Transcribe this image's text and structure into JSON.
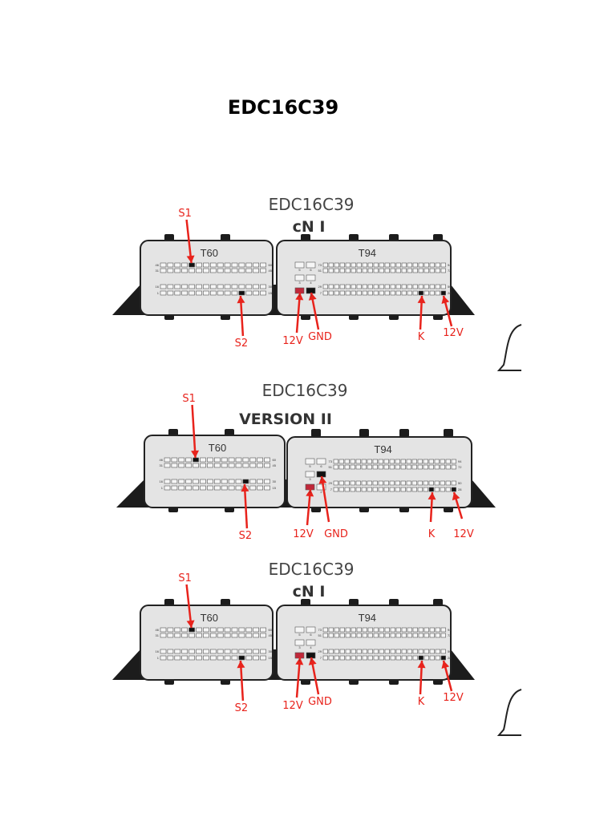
{
  "document": {
    "title": "EDC16C39"
  },
  "colors": {
    "annotation": "#e8231c",
    "connector_face": "#e4e4e4",
    "housing": "#1c1c1c",
    "marked_pin": "#111111",
    "power_pin": "#c0283a"
  },
  "diagrams": [
    {
      "title": "EDC16C39",
      "subtitle": "ᴄN I",
      "left_connector": {
        "label": "T60",
        "rows": [
          [
            "46",
            "60"
          ],
          [
            "31",
            "45"
          ],
          [
            "16",
            "30"
          ],
          [
            "1",
            "15"
          ]
        ]
      },
      "right_connector": {
        "label": "T94",
        "rows": [
          [
            "73",
            "94"
          ],
          [
            "51",
            "72"
          ],
          [
            "29",
            "50"
          ],
          [
            "7",
            "28"
          ]
        ],
        "small_pins": [
          "5",
          "6",
          "3",
          "4",
          "1",
          "2"
        ]
      },
      "annotations": [
        "S1",
        "S2",
        "12V",
        "GND",
        "K",
        "12V"
      ]
    },
    {
      "title": "EDC16C39",
      "subtitle": "VERSION II",
      "left_connector": {
        "label": "T60",
        "rows": [
          [
            "46",
            "60"
          ],
          [
            "31",
            "45"
          ],
          [
            "16",
            "30"
          ],
          [
            "1",
            "15"
          ]
        ]
      },
      "right_connector": {
        "label": "T94",
        "rows": [
          [
            "73",
            "94"
          ],
          [
            "51",
            "72"
          ],
          [
            "29",
            "50"
          ],
          [
            "7",
            "28"
          ]
        ],
        "small_pins": [
          "5",
          "6",
          "3",
          "4",
          "1",
          "2"
        ]
      },
      "annotations": [
        "S1",
        "S2",
        "12V",
        "GND",
        "K",
        "12V"
      ]
    },
    {
      "title": "EDC16C39",
      "subtitle": "ᴄN I",
      "left_connector": {
        "label": "T60",
        "rows": [
          [
            "46",
            "60"
          ],
          [
            "31",
            "45"
          ],
          [
            "16",
            "30"
          ],
          [
            "1",
            "15"
          ]
        ]
      },
      "right_connector": {
        "label": "T94",
        "rows": [
          [
            "73",
            "94"
          ],
          [
            "51",
            "72"
          ],
          [
            "29",
            "50"
          ],
          [
            "7",
            "28"
          ]
        ],
        "small_pins": [
          "5",
          "6",
          "3",
          "4",
          "1",
          "2"
        ]
      },
      "annotations": [
        "S1",
        "S2",
        "12V",
        "GND",
        "K",
        "12V"
      ]
    }
  ]
}
